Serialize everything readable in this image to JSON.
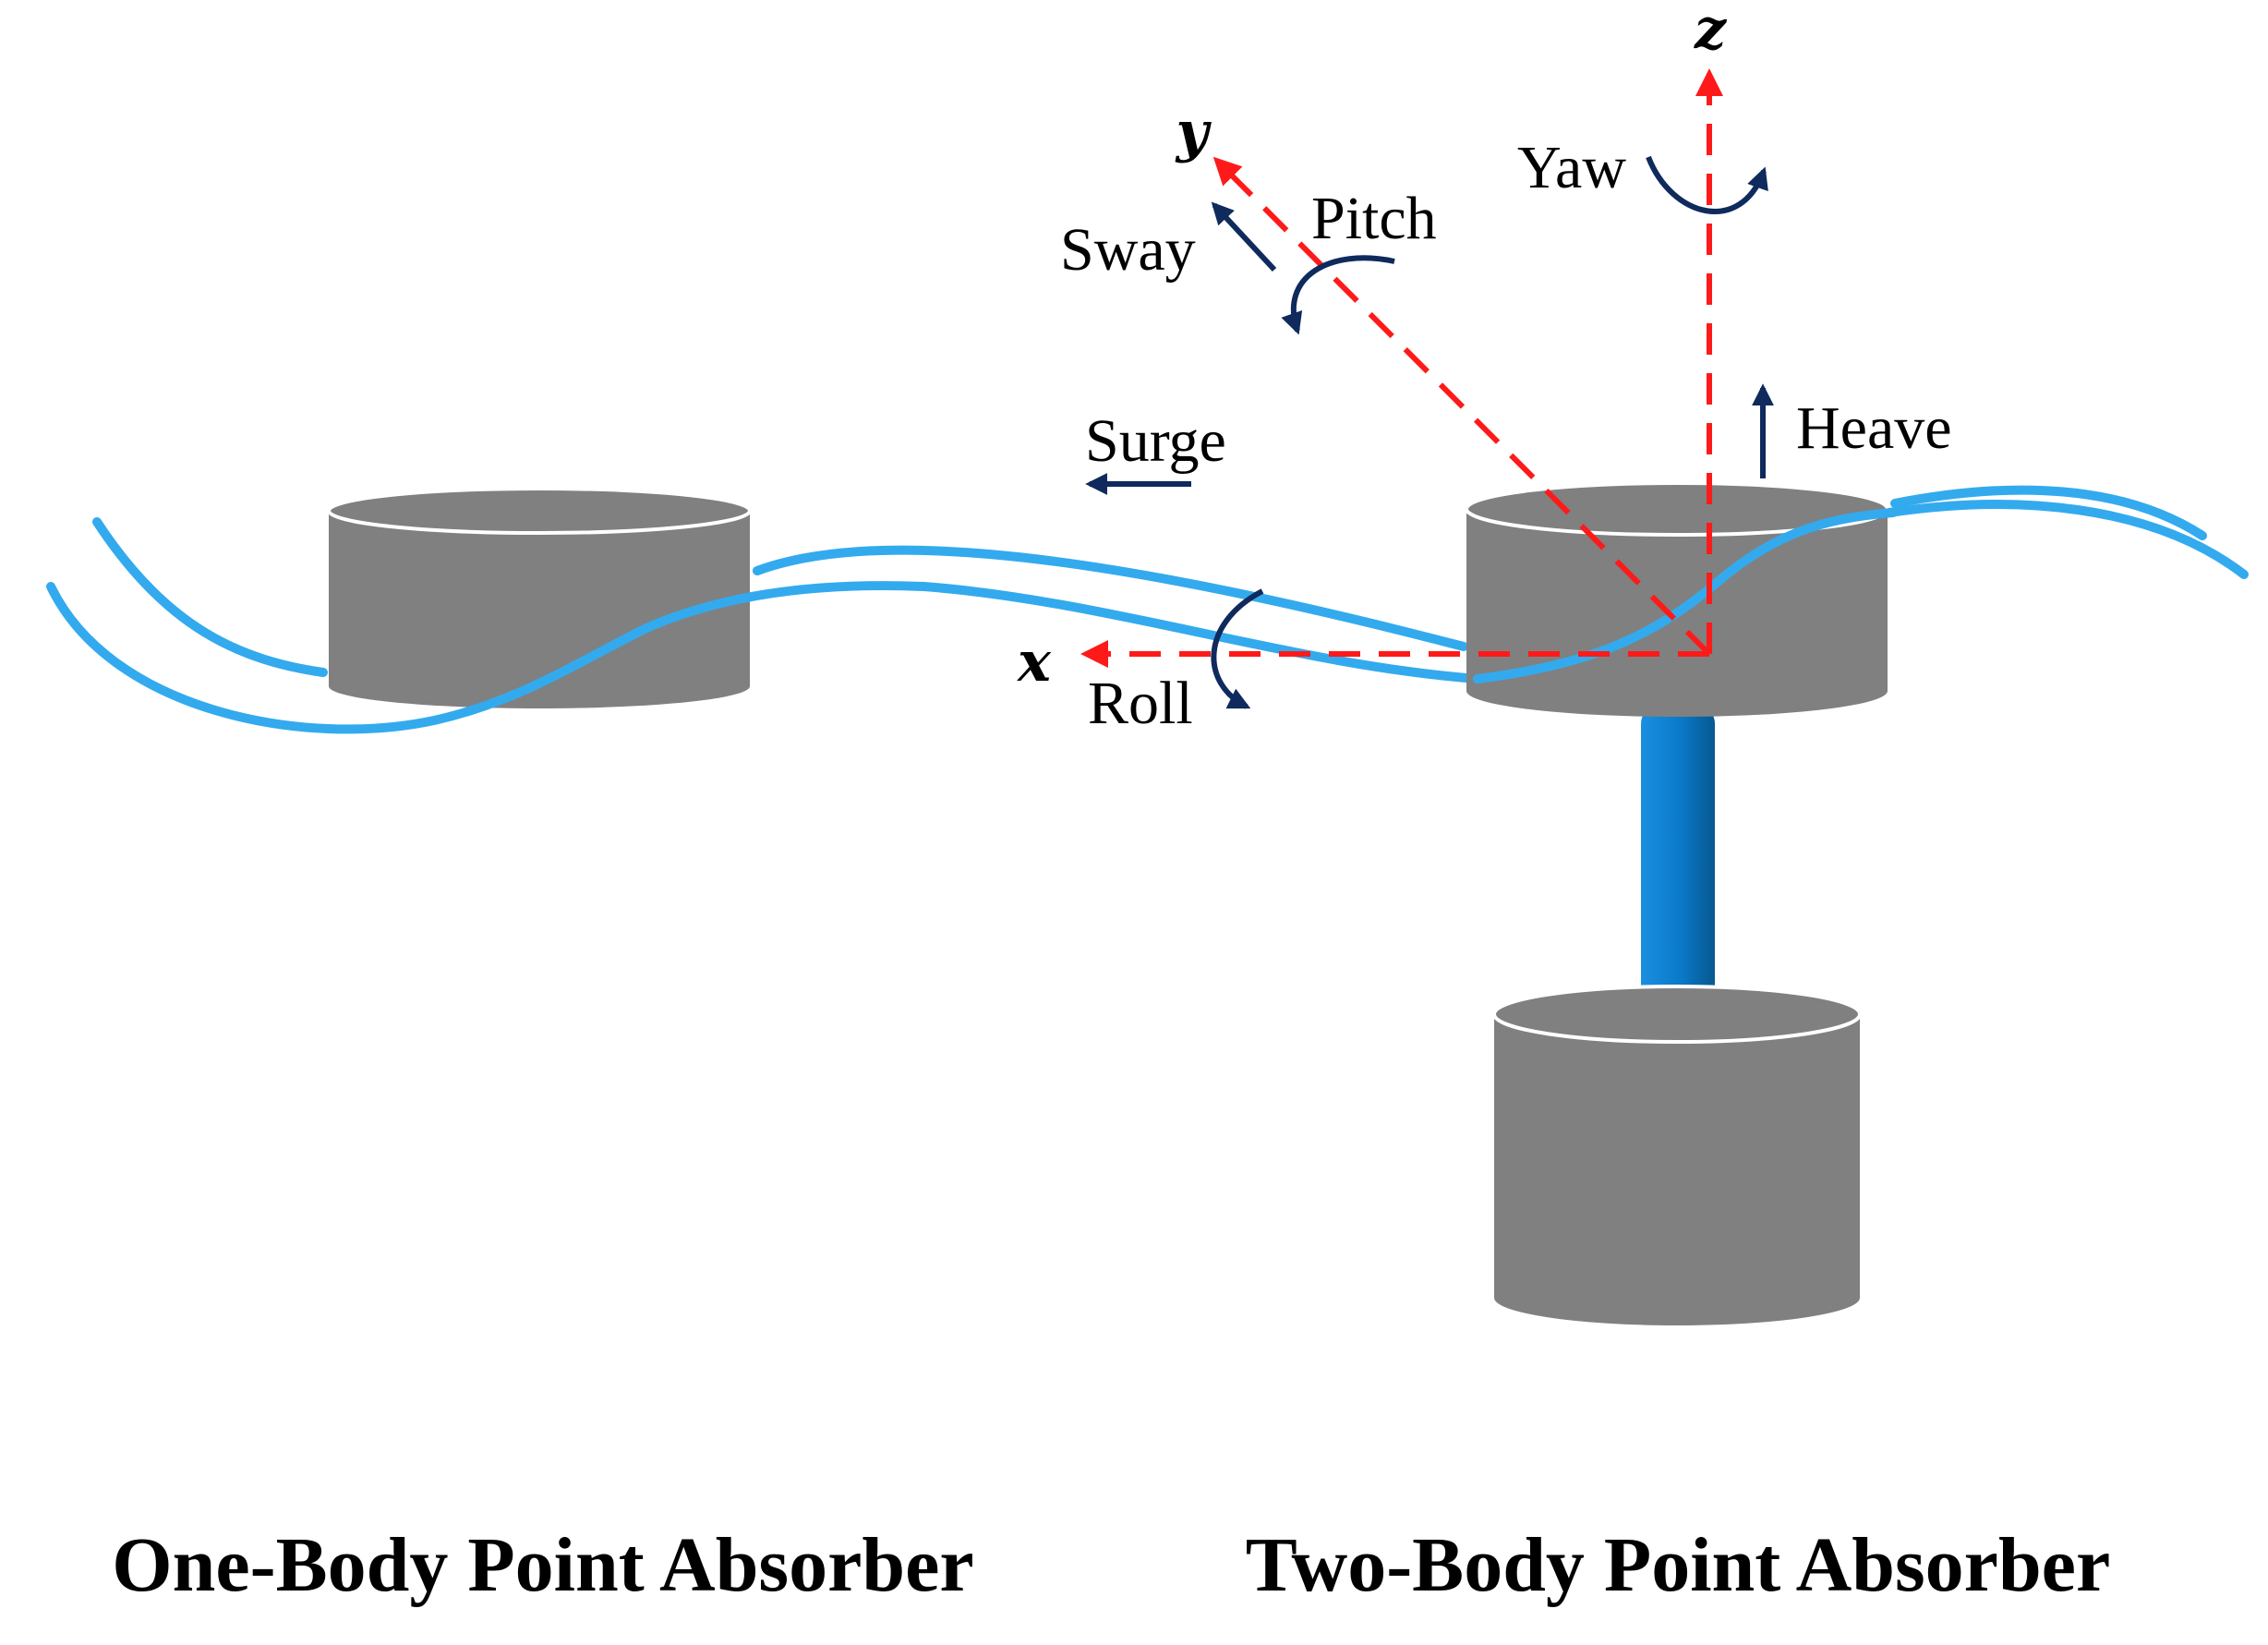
{
  "axes": {
    "x": "x",
    "y": "y",
    "z": "z"
  },
  "motions": {
    "surge": "Surge",
    "sway": "Sway",
    "heave": "Heave",
    "roll": "Roll",
    "pitch": "Pitch",
    "yaw": "Yaw"
  },
  "captions": {
    "one_body": "One-Body Point Absorber",
    "two_body": "Two-Body Point Absorber"
  },
  "colors": {
    "axis": "#ff1a1a",
    "motion_arrow": "#0f2a5c",
    "wave": "#33aaee",
    "buoy": "#808080",
    "buoy_rim": "#ffffff",
    "rod": "#0a7ac8"
  }
}
